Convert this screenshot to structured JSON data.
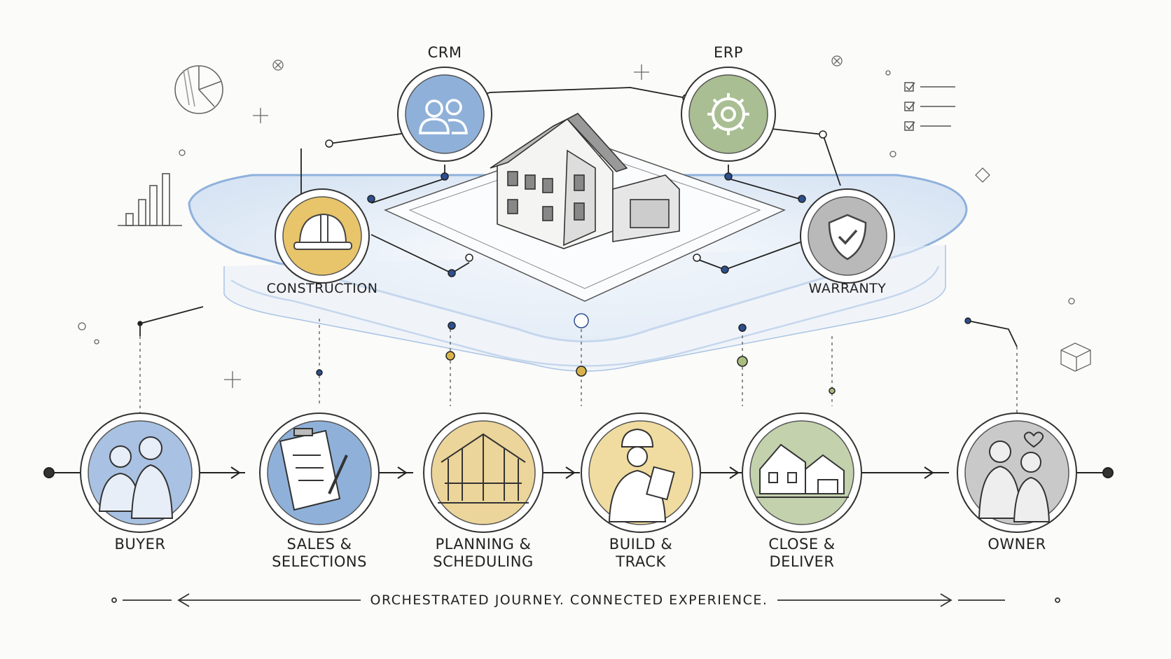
{
  "systems": {
    "crm": {
      "label": "CRM",
      "icon": "people-icon",
      "color": "#8fb1d9"
    },
    "erp": {
      "label": "ERP",
      "icon": "gear-icon",
      "color": "#a9be92"
    },
    "construction": {
      "label": "CONSTRUCTION",
      "icon": "hard-hat-icon",
      "color": "#e8c46a"
    },
    "warranty": {
      "label": "WARRANTY",
      "icon": "shield-check-icon",
      "color": "#b9b9b9"
    }
  },
  "stages": [
    {
      "label": "BUYER",
      "icon": "couple-icon",
      "color": "#a9c2e3"
    },
    {
      "label": "SALES &\nSELECTIONS",
      "icon": "clipboard-checklist-icon",
      "color": "#8fb1d9"
    },
    {
      "label": "PLANNING &\nSCHEDULING",
      "icon": "house-frame-icon",
      "color": "#ecd59a"
    },
    {
      "label": "BUILD &\nTRACK",
      "icon": "worker-tablet-icon",
      "color": "#f0dca0"
    },
    {
      "label": "CLOSE &\nDELIVER",
      "icon": "finished-house-icon",
      "color": "#c3d1ad"
    },
    {
      "label": "OWNER",
      "icon": "couple-heart-icon",
      "color": "#c9c9c9"
    }
  ],
  "tagline": "ORCHESTRATED JOURNEY. CONNECTED EXPERIENCE.",
  "colors": {
    "ink": "#2a2a2a",
    "platform": "#8fb1dc",
    "platform_fill": "#e6eef8"
  }
}
